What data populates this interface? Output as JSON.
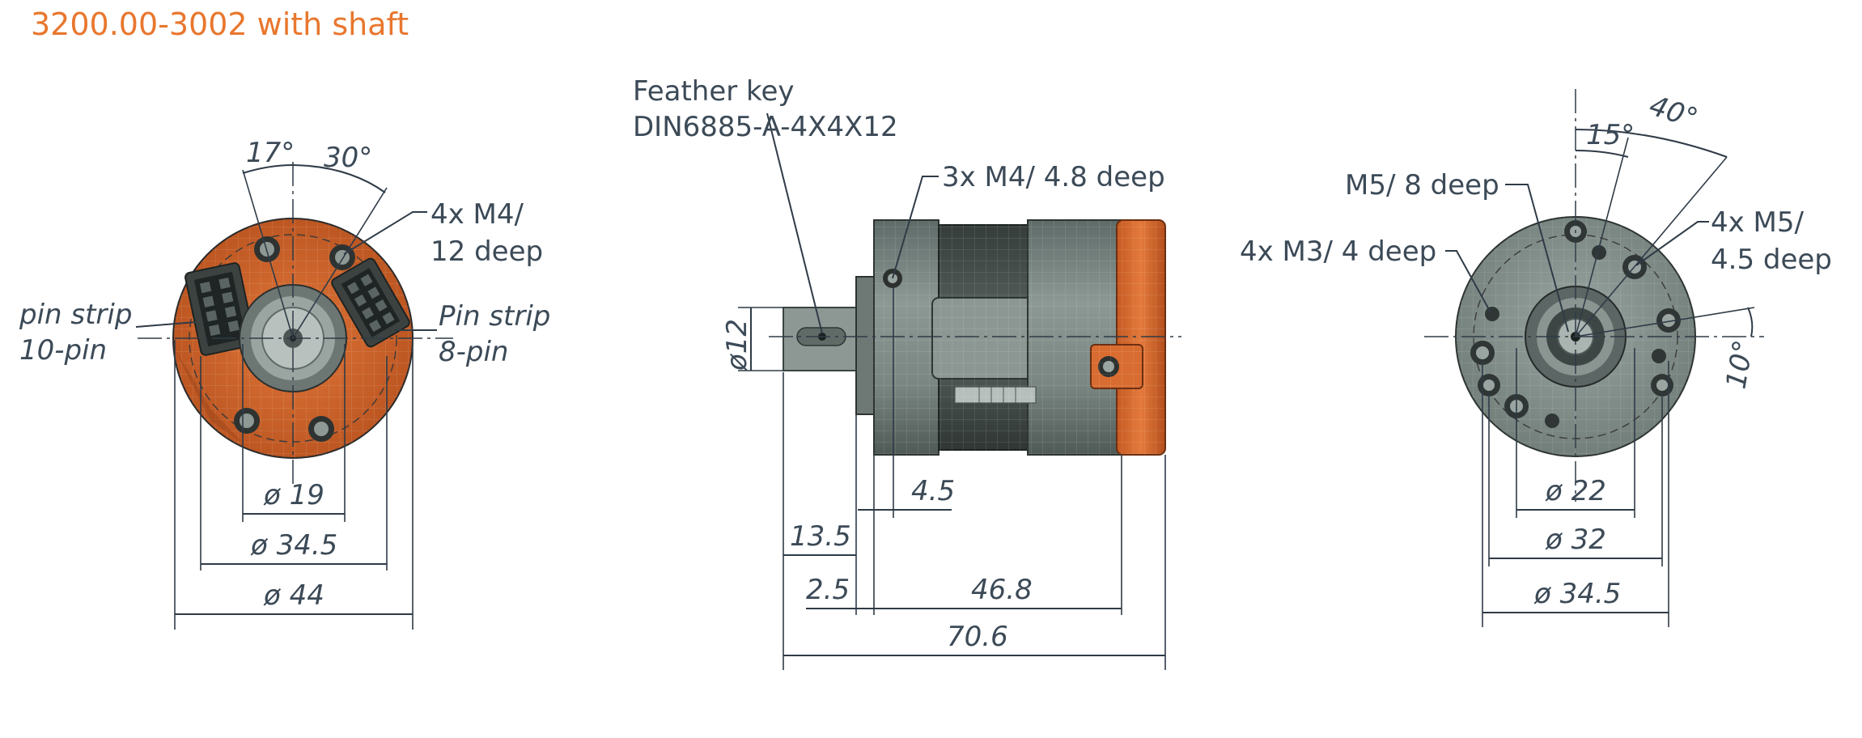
{
  "title": "3200.00-3002 with shaft",
  "colors": {
    "title": "#e8772e",
    "housing_orange": "#d4652a",
    "housing_grey": "#7e8b87",
    "dim_text": "#3c4a57"
  },
  "left_view": {
    "angle_17": "17°",
    "angle_30": "30°",
    "holes": "4x M4/\n12 deep",
    "holes_line1": "4x M4/",
    "holes_line2": "12 deep",
    "pin10_line1": "pin strip",
    "pin10_line2": "10-pin",
    "pin8_line1": "Pin strip",
    "pin8_line2": "8-pin",
    "d19": "ø 19",
    "d34_5": "ø 34.5",
    "d44": "ø 44"
  },
  "middle_view": {
    "key_line1": "Feather key",
    "key_line2": "DIN6885-A-4X4X12",
    "holes": "3x M4/ 4.8 deep",
    "d12": "ø12",
    "l4_5": "4.5",
    "l13_5": "13.5",
    "l2_5": "2.5",
    "l46_8": "46.8",
    "l70_6": "70.6"
  },
  "right_view": {
    "angle_40": "40°",
    "angle_15": "15°",
    "angle_10": "10°",
    "m5_center": "M5/ 8 deep",
    "m3_holes": "4x M3/ 4 deep",
    "m5_line1": "4x M5/",
    "m5_line2": "4.5 deep",
    "d22": "ø 22",
    "d32": "ø 32",
    "d34_5": "ø 34.5"
  }
}
